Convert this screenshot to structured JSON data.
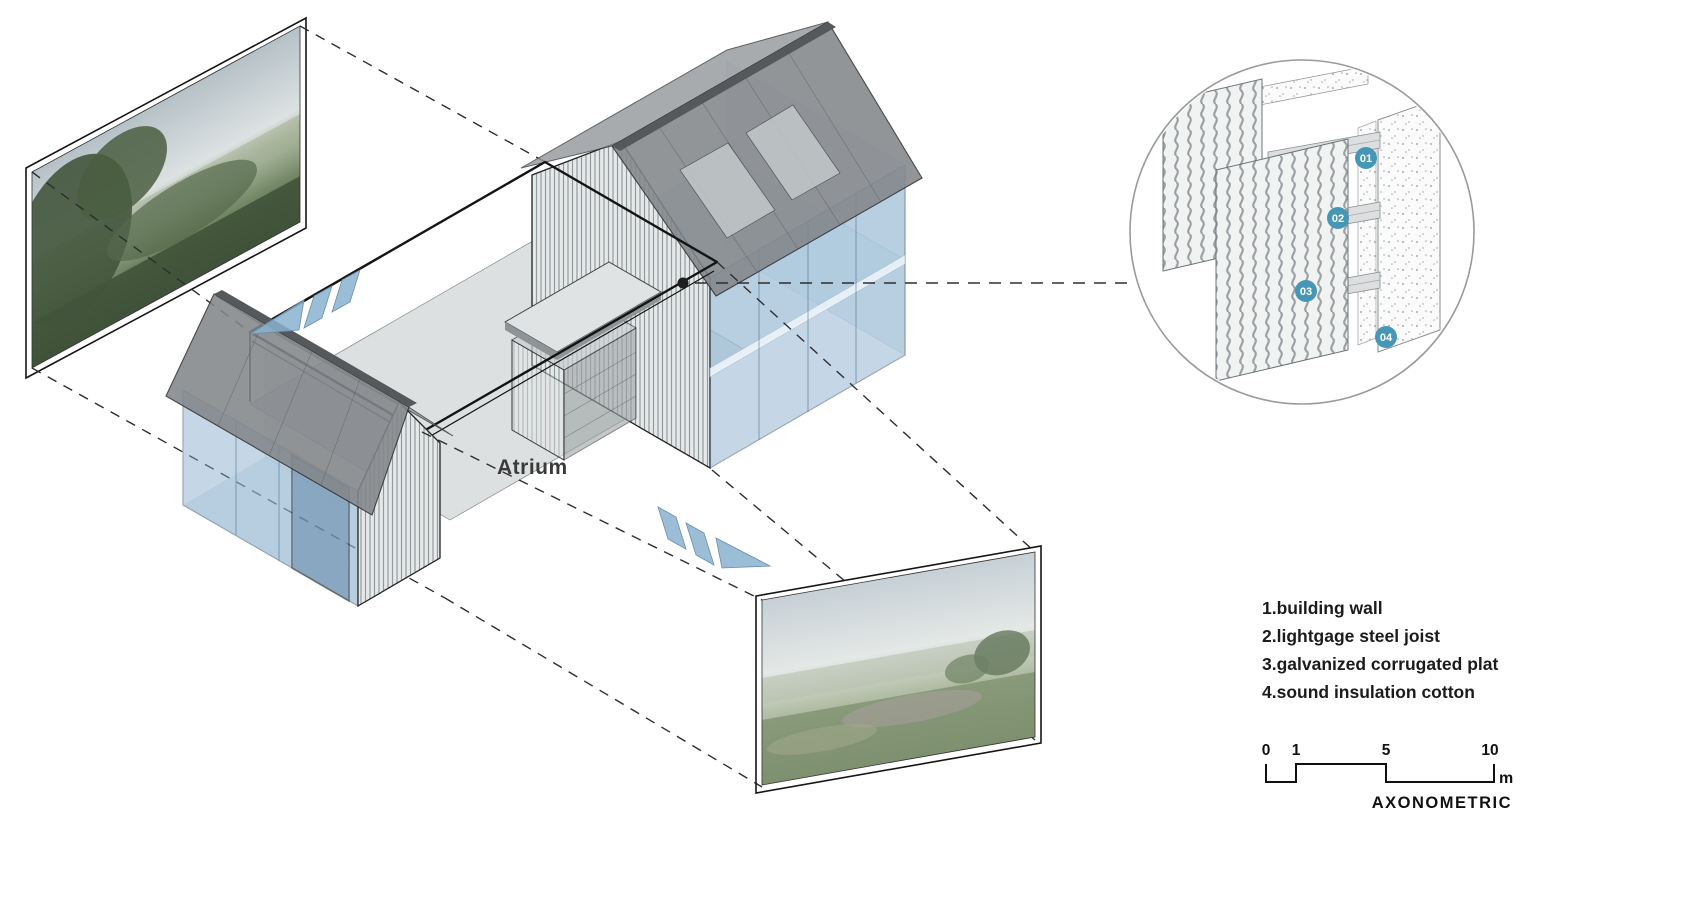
{
  "atrium": {
    "label": "Atrium"
  },
  "detail_callout": {
    "badges": [
      "01",
      "02",
      "03",
      "04"
    ],
    "badge_color": "#4697b6"
  },
  "legend": {
    "items": [
      "1.building wall",
      "2.lightgage steel joist",
      "3.galvanized corrugated plat",
      "4.sound insulation cotton"
    ]
  },
  "scale_bar": {
    "ticks": [
      "0",
      "1",
      "5",
      "10"
    ],
    "unit": "m"
  },
  "caption": "AXONOMETRIC",
  "colors": {
    "glass_blue": "#7fa8c9",
    "roof_gray": "#83878a",
    "floor_gray": "#d8dbdc",
    "badge_blue": "#4697b6"
  }
}
